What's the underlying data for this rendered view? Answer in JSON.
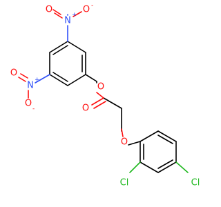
{
  "molecule": {
    "colors": {
      "carbon": "#000000",
      "oxygen": "#ff0d0d",
      "nitrogen": "#3050f8",
      "chlorine": "#1fb81f"
    },
    "atoms": {
      "n_top": {
        "symbol": "N",
        "charge": "+"
      },
      "o_top": {
        "symbol": "O",
        "charge": "-"
      },
      "o_top_double": {
        "symbol": "O"
      },
      "n_left": {
        "symbol": "N",
        "charge": "+"
      },
      "o_left_double": {
        "symbol": "O"
      },
      "o_left": {
        "symbol": "O",
        "charge": "-"
      },
      "o_ester": {
        "symbol": "O"
      },
      "o_carbonyl": {
        "symbol": "O"
      },
      "o_ether": {
        "symbol": "O"
      },
      "cl_left": {
        "symbol": "Cl"
      },
      "cl_right": {
        "symbol": "Cl"
      }
    }
  }
}
